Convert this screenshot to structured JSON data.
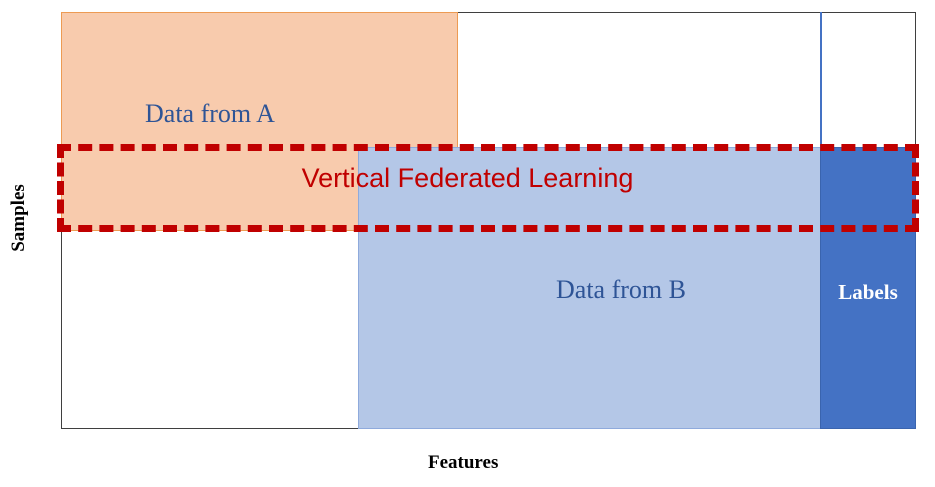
{
  "figure": {
    "axes": {
      "y_title": "Samples",
      "x_title": "Features"
    },
    "regions": [
      {
        "id": "data-a",
        "label": "Data from A",
        "fill": "#f8cbad",
        "border": "#ed9b53",
        "text_color": "#2e5496"
      },
      {
        "id": "data-b",
        "label": "Data from B",
        "fill": "#b4c7e7",
        "border": "#8faadc",
        "text_color": "#2e5496"
      },
      {
        "id": "labels",
        "label": "Labels",
        "fill": "#4472c4",
        "border": "#3a64ae",
        "text_color": "#ffffff"
      }
    ],
    "highlight": {
      "label": "Vertical Federated Learning",
      "stroke": "#c00000",
      "style": "dashed"
    },
    "frame": {
      "border_color": "#3f3f3f",
      "background": "#ffffff"
    }
  }
}
